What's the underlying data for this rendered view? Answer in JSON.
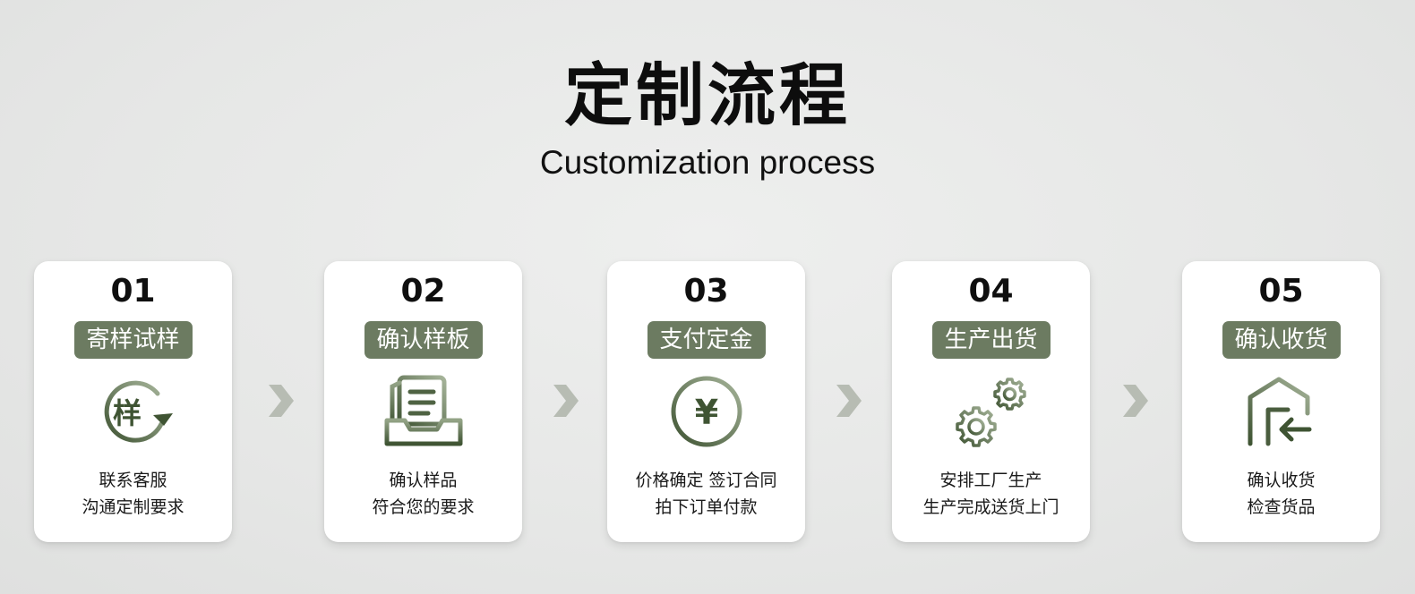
{
  "header": {
    "title": "定制流程",
    "subtitle": "Customization process"
  },
  "colors": {
    "accent": "#6c7b61",
    "icon_dark": "#3f5433",
    "icon_light": "#a6b49a",
    "arrow": "#b7bcb3",
    "background": "#e8e9e8",
    "card": "#ffffff"
  },
  "steps": [
    {
      "number": "01",
      "tag": "寄样试样",
      "icon": "sample-cycle-icon",
      "icon_text": "样",
      "lines": [
        "联系客服",
        "沟通定制要求"
      ]
    },
    {
      "number": "02",
      "tag": "确认样板",
      "icon": "document-tray-icon",
      "lines": [
        "确认样品",
        "符合您的要求"
      ]
    },
    {
      "number": "03",
      "tag": "支付定金",
      "icon": "yuan-coin-icon",
      "icon_text": "¥",
      "lines": [
        "价格确定 签订合同",
        "拍下订单付款"
      ]
    },
    {
      "number": "04",
      "tag": "生产出货",
      "icon": "gears-icon",
      "lines": [
        "安排工厂生产",
        "生产完成送货上门"
      ]
    },
    {
      "number": "05",
      "tag": "确认收货",
      "icon": "warehouse-receive-icon",
      "lines": [
        "确认收货",
        "检查货品"
      ]
    }
  ],
  "arrows": [
    {
      "icon": "chevron-right-icon"
    },
    {
      "icon": "chevron-right-icon"
    },
    {
      "icon": "chevron-right-icon"
    },
    {
      "icon": "chevron-right-icon"
    }
  ]
}
